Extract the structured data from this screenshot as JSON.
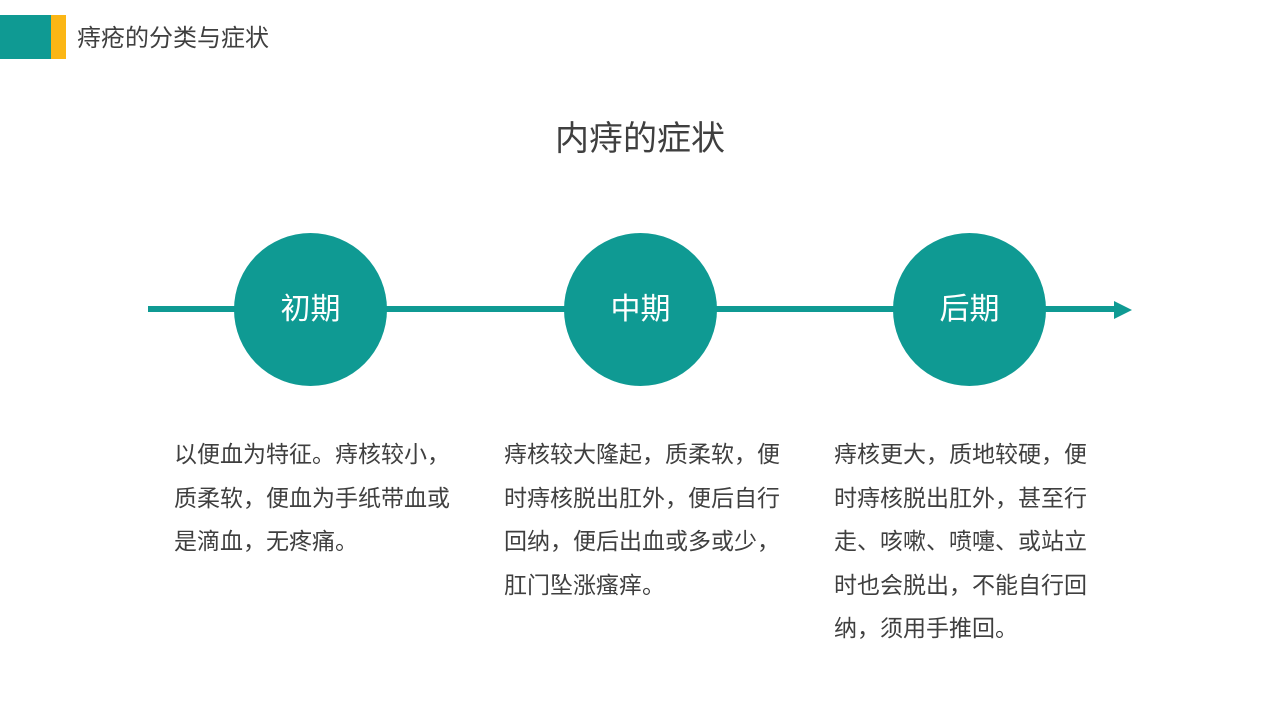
{
  "header": {
    "title": "痔疮的分类与症状",
    "accent_colors": {
      "teal": "#0f9a93",
      "yellow": "#fbb615"
    }
  },
  "main": {
    "title": "内痔的症状"
  },
  "timeline": {
    "color": "#0f9a93",
    "stages": [
      {
        "label": "初期",
        "description": "以便血为特征。痔核较小，质柔软，便血为手纸带血或是滴血，无疼痛。"
      },
      {
        "label": "中期",
        "description": "痔核较大隆起，质柔软，便时痔核脱出肛外，便后自行回纳，便后出血或多或少，肛门坠涨瘙痒。"
      },
      {
        "label": "后期",
        "description": "痔核更大，质地较硬，便时痔核脱出肛外，甚至行走、咳嗽、喷嚏、或站立时也会脱出，不能自行回纳，须用手推回。"
      }
    ]
  }
}
